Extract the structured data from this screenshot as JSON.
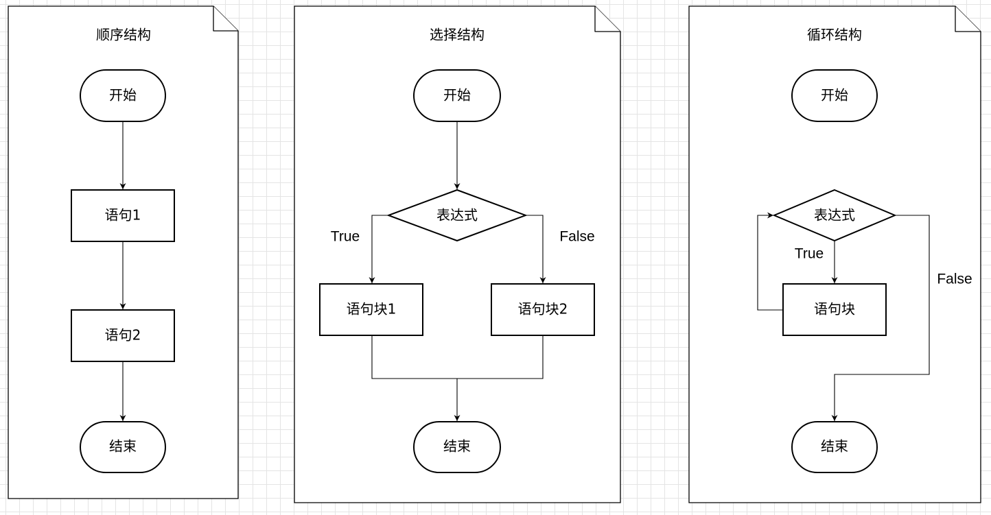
{
  "panels": {
    "sequence": {
      "title": "顺序结构",
      "start": "开始",
      "statement1": "语句1",
      "statement2": "语句2",
      "end": "结束"
    },
    "selection": {
      "title": "选择结构",
      "start": "开始",
      "condition": "表达式",
      "true_label": "True",
      "false_label": "False",
      "block1": "语句块1",
      "block2": "语句块2",
      "end": "结束"
    },
    "loop": {
      "title": "循环结构",
      "start": "开始",
      "condition": "表达式",
      "true_label": "True",
      "false_label": "False",
      "block": "语句块",
      "end": "结束"
    }
  }
}
